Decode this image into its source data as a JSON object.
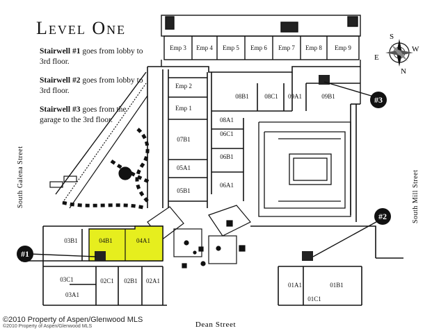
{
  "title": "Level One",
  "notes": [
    {
      "bold": "Stairwell #1",
      "rest": " goes from lobby to 3rd floor."
    },
    {
      "bold": "Stairwell #2",
      "rest": " goes from lobby to 3rd floor."
    },
    {
      "bold": "Stairwell #3",
      "rest": " goes from the garage to the 3rd floor."
    }
  ],
  "streets": {
    "west": "South Galena Street",
    "east": "South Mill Street",
    "south": "Dean Street"
  },
  "compass": {
    "n": "N",
    "s": "S",
    "e": "E",
    "w": "W"
  },
  "units_top": [
    "Emp 3",
    "Emp 4",
    "Emp 5",
    "Emp 6",
    "Emp 7",
    "Emp 8",
    "Emp 9"
  ],
  "units": {
    "emp2": "Emp 2",
    "emp1": "Emp 1",
    "u07b1": "07B1",
    "u05a1": "05A1",
    "u05b1": "05B1",
    "u08b1": "08B1",
    "u08c1": "08C1",
    "u09a1": "09A1",
    "u09b1": "09B1",
    "u08a1": "08A1",
    "u06c1": "06C1",
    "u06b1": "06B1",
    "u06a1": "06A1",
    "u03b1": "03B1",
    "u04b1": "04B1",
    "u04a1": "04A1",
    "u03c1": "03C1",
    "u03a1": "03A1",
    "u02c1": "02C1",
    "u02b1": "02B1",
    "u02a1": "02A1",
    "u01a1": "01A1",
    "u01b1": "01B1",
    "u01c1": "01C1"
  },
  "stairwells": [
    "#1",
    "#2",
    "#3"
  ],
  "highlight_color": "#e6ee1e",
  "copyright": "©2010 Property of Aspen/Glenwood MLS",
  "copyright_small": "©2010 Property of Aspen/Glenwood MLS"
}
